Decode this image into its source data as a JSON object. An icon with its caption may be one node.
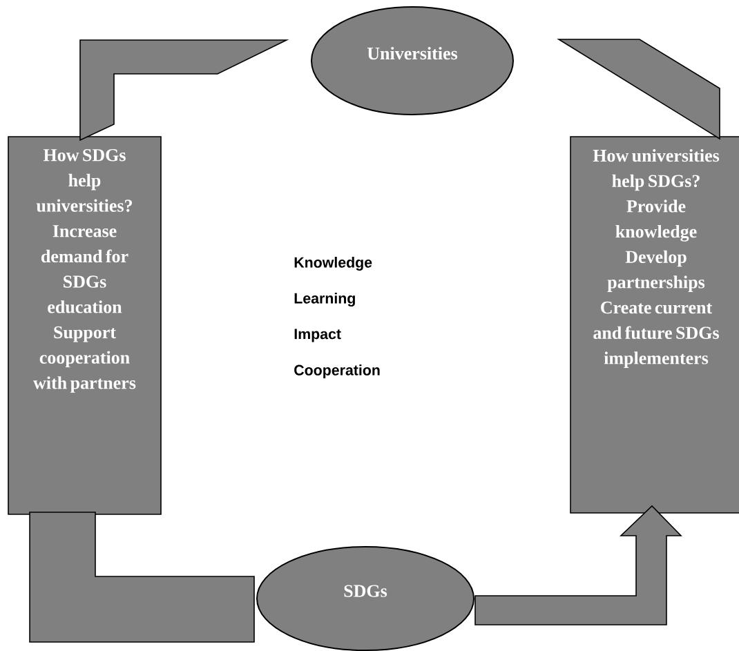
{
  "diagram": {
    "nodes": [
      {
        "text": [
          "Universities"
        ]
      },
      {
        "text": [
          "How SDGs help universities?",
          "Increase demand for SDGs education Support cooperation with partners"
        ]
      },
      {
        "text": [
          "How universities help SDGs?",
          "Provide knowledge Develop partnerships Create current and future SDGs implementers"
        ]
      },
      {
        "text": [
          "SDGs"
        ]
      }
    ],
    "edges": [
      {
        "from": 1,
        "to": 0,
        "arrow": "none"
      },
      {
        "from": 0,
        "to": 2,
        "arrow": "none"
      },
      {
        "from": 1,
        "to": 3,
        "arrow": "none"
      },
      {
        "from": 3,
        "to": 2,
        "arrow": "to"
      }
    ],
    "labels": [
      "Knowledge",
      "Learning",
      "Impact",
      "Cooperation"
    ]
  }
}
